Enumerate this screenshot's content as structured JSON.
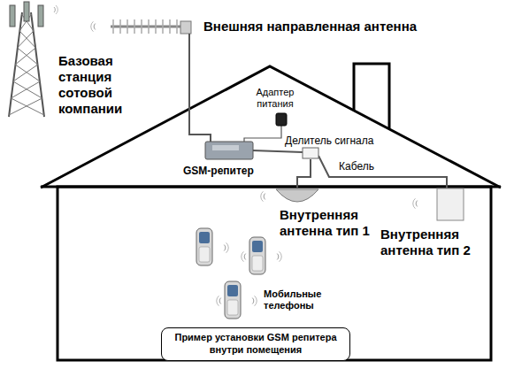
{
  "diagram": {
    "nodes": [
      {
        "text": [
          "Пример установки GSM репитера внутри помещения"
        ]
      }
    ],
    "labels": [
      "Внешняя направленная антенна",
      "Базовая станция сотовой компании",
      "Адаптер питания",
      "Делитель сигнала",
      "GSM-репитер",
      "Кабель",
      "Внутренняя антенна тип 1",
      "Внутренняя антенна тип 2",
      "Мобильные телефоны"
    ]
  }
}
